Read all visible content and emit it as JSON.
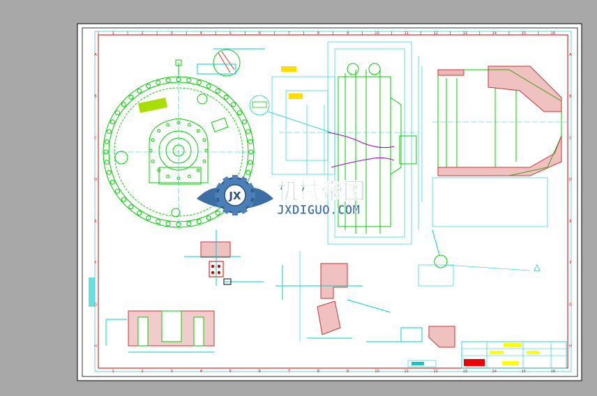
{
  "drawing": {
    "grid_columns_top": [
      "1",
      "2",
      "3",
      "4",
      "5",
      "6",
      "7",
      "8",
      "9",
      "10",
      "11",
      "12",
      "13",
      "14",
      "15",
      "16"
    ],
    "grid_columns_bottom": [
      "1",
      "2",
      "3",
      "4",
      "5",
      "6",
      "7",
      "8",
      "9",
      "10",
      "11",
      "12",
      "13",
      "14",
      "15",
      "16"
    ],
    "grid_rows_left": [
      "A",
      "B",
      "C",
      "D",
      "E",
      "F",
      "G",
      "H"
    ],
    "grid_rows_right": [
      "A",
      "B",
      "C",
      "D",
      "E",
      "F",
      "G",
      "H"
    ],
    "triangle_symbol": "△"
  },
  "watermark": {
    "logo_letters": "JX",
    "cn_text": "机械帝国",
    "en_text": "JXDIGUO.COM"
  },
  "colors": {
    "background": "#a8a8a8",
    "sheet": "#ffffff",
    "frame": "#cc0000",
    "geometry": "#00cc00",
    "dimension": "#00cccc",
    "hatch": "#cc3333",
    "label": "#ffff00",
    "center_line": "#9900cc",
    "watermark_blue": "#3a6ea5"
  }
}
